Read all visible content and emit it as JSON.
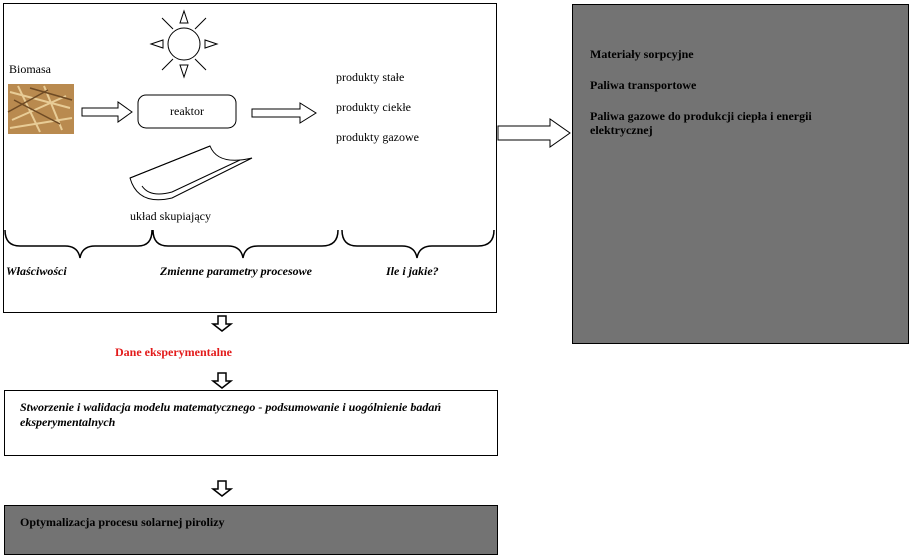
{
  "diagram": {
    "biomass_label": "Biomasa",
    "reactor_label": "reaktor",
    "products": [
      "produkty stałe",
      "produkty ciekłe",
      "produkty gazowe"
    ],
    "concentrator_label": "układ skupiający",
    "brace_labels": [
      "Właściwości",
      "Zmienne parametry procesowe",
      "Ile i jakie?"
    ],
    "applications": [
      "Materiały sorpcyjne",
      "Paliwa transportowe",
      "Paliwa gazowe do produkcji ciepła i energii elektrycznej"
    ],
    "experimental_data": "Dane eksperymentalne",
    "model_box": "Stworzenie i walidacja modelu matematycznego - podsumowanie i uogólnienie badań eksperymentalnych",
    "optimization_box": "Optymalizacja procesu solarnej pirolizy",
    "colors": {
      "gray_box": "#737373",
      "accent_red": "#e31b1b",
      "biomass_brown": "#b98a4f"
    }
  }
}
